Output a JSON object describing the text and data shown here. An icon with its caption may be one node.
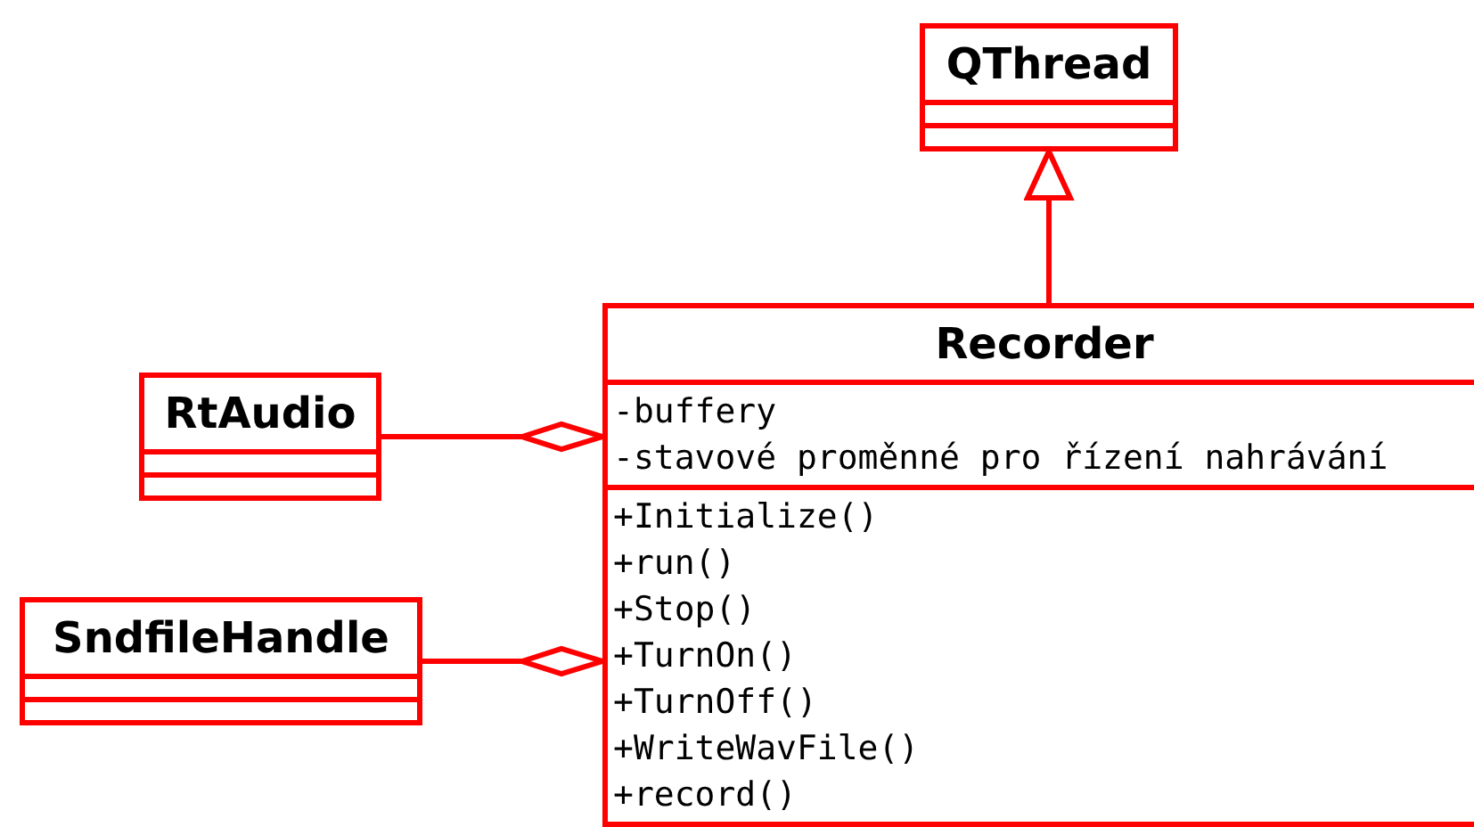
{
  "diagram": {
    "nodes": [
      {
        "text": [
          "QThread"
        ]
      },
      {
        "text": [
          "Recorder",
          "-buffery",
          "-stavové proměnné pro řízení nahrávání",
          "+Initialize()",
          "+run()",
          "+Stop()",
          "+TurnOn()",
          "+TurnOff()",
          "+WriteWavFile()",
          "+record()"
        ]
      },
      {
        "text": [
          "RtAudio"
        ]
      },
      {
        "text": [
          "SndfileHandle"
        ]
      }
    ],
    "edges": [
      {
        "from": 1,
        "to": 0,
        "arrow": "to"
      },
      {
        "from": 2,
        "to": 1,
        "arrow": "other"
      },
      {
        "from": 3,
        "to": 1,
        "arrow": "other"
      }
    ]
  }
}
